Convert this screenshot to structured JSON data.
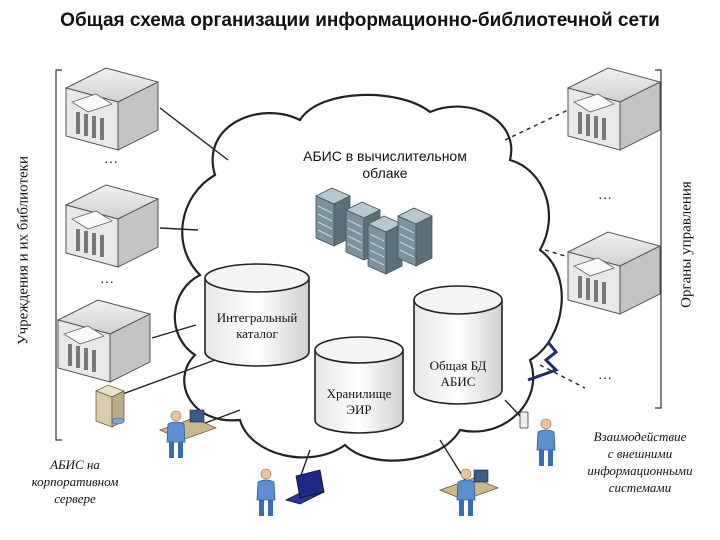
{
  "title": "Общая схема организации информационно-библиотечной сети",
  "left_group_label": "Учреждения и их библиотеки",
  "right_group_label": "Органы управления",
  "cloud": {
    "title_line1": "АБИС в вычислительном",
    "title_line2": "облаке"
  },
  "databases": {
    "catalog_line1": "Интегральный",
    "catalog_line2": "каталог",
    "storage_line1": "Хранилище",
    "storage_line2": "ЭИР",
    "common_line1": "Общая БД",
    "common_line2": "АБИС"
  },
  "notes": {
    "corporate_line1": "АБИС на",
    "corporate_line2": "корпоративном",
    "corporate_line3": "сервере",
    "external_line1": "Взаимодействие",
    "external_line2": "с внешними",
    "external_line3": "информационными",
    "external_line4": "системами"
  },
  "ellipsis": "…",
  "colors": {
    "building": "#d9d9d9",
    "server": "#8fa3ad",
    "person": "#5b8fd0",
    "laptop": "#1e2a8a"
  }
}
